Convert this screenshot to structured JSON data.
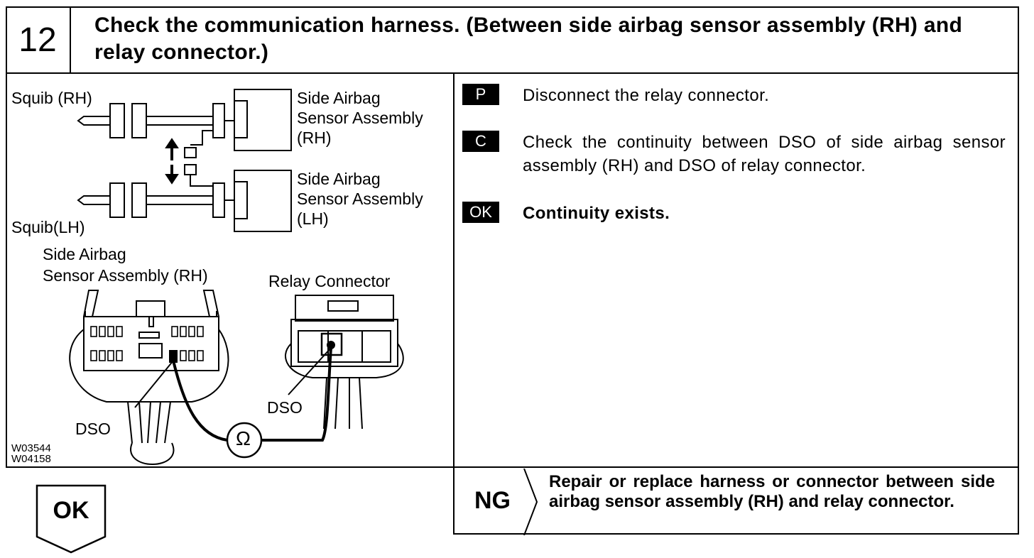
{
  "step": {
    "number": "12",
    "title": "Check the communication harness. (Between side airbag sensor assembly (RH) and relay connector.)"
  },
  "diagram": {
    "squib_rh": "Squib (RH)",
    "squib_lh": "Squib(LH)",
    "sensor_rh_line1": "Side Airbag",
    "sensor_rh_line2": "Sensor Assembly",
    "sensor_rh_line3": "(RH)",
    "sensor_lh_line1": "Side Airbag",
    "sensor_lh_line2": "Sensor Assembly",
    "sensor_lh_line3": "(LH)",
    "connector_caption_line1": "Side Airbag",
    "connector_caption_line2": "Sensor Assembly (RH)",
    "relay_caption": "Relay Connector",
    "dso_left": "DSO",
    "dso_right": "DSO",
    "ohm_symbol": "Ω",
    "code1": "W03544",
    "code2": "W04158"
  },
  "instructions": [
    {
      "tag": "P",
      "text": "Disconnect the relay connector."
    },
    {
      "tag": "C",
      "text": "Check the continuity between DSO of side airbag sensor assembly (RH) and DSO of relay connector."
    },
    {
      "tag": "OK",
      "text": "Continuity exists."
    }
  ],
  "ng": {
    "label": "NG",
    "text": "Repair or replace harness or connector between side airbag sensor assembly (RH) and relay connector."
  },
  "ok": {
    "label": "OK"
  }
}
